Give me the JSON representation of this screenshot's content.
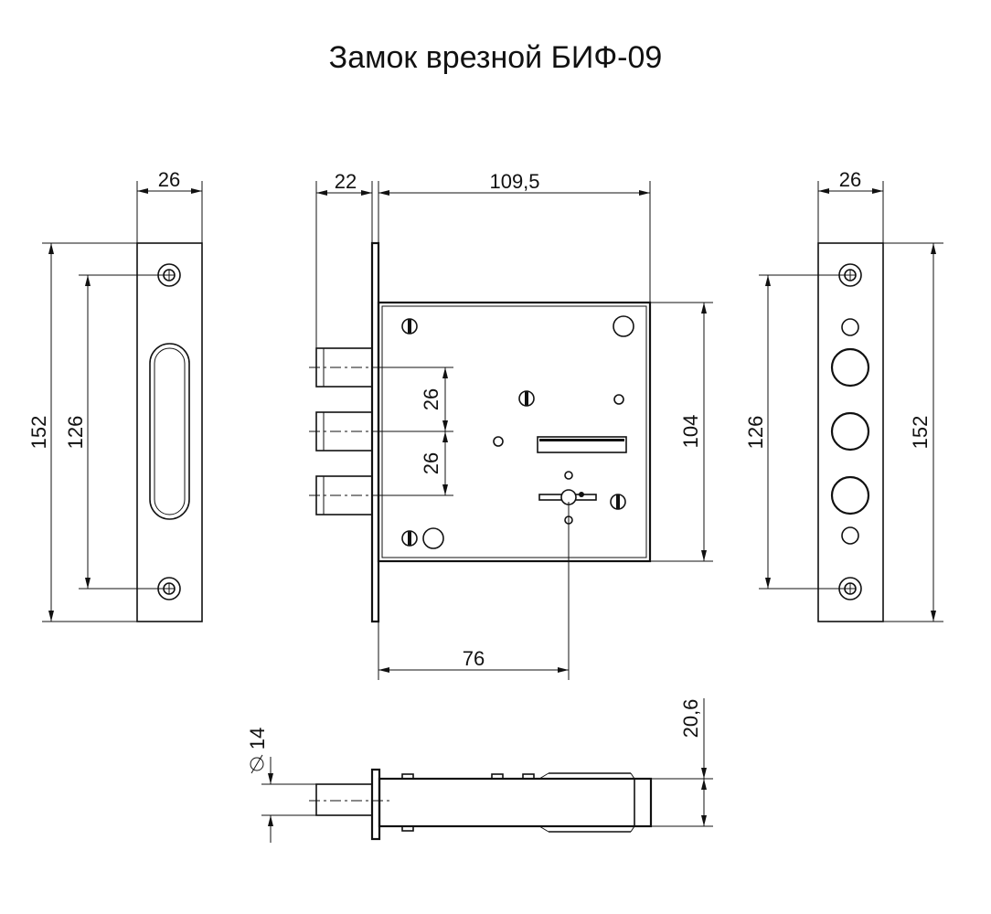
{
  "title": "Замок врезной БИФ-09",
  "dimensions": {
    "left_plate_width": "26",
    "left_plate_height": "152",
    "left_hole_spacing": "126",
    "backset_faceplate": "22",
    "body_width": "109,5",
    "bolt_spacing_1": "26",
    "bolt_spacing_2": "26",
    "body_height": "104",
    "keyhole_offset": "76",
    "right_plate_width": "26",
    "right_hole_spacing": "126",
    "right_plate_height": "152",
    "bolt_diameter": "14",
    "body_thickness": "20,6"
  },
  "colors": {
    "line": "#111111",
    "background": "#ffffff"
  }
}
